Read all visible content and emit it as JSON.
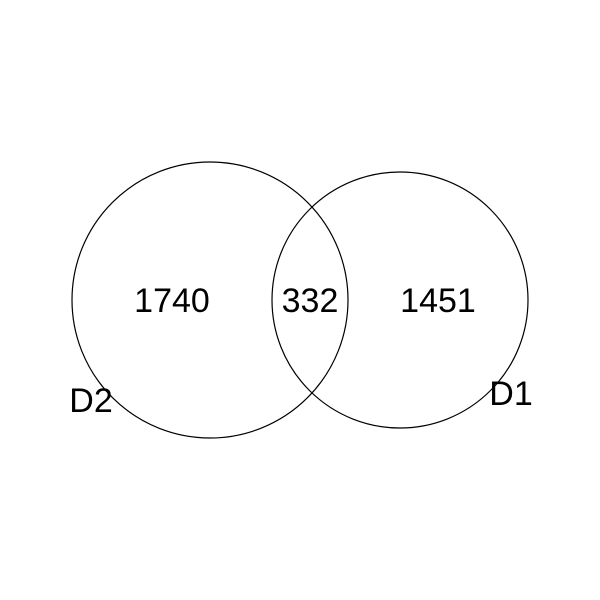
{
  "diagram": {
    "type": "venn",
    "sets": [
      {
        "id": "d2",
        "label": "D2",
        "only_count": "1740"
      },
      {
        "id": "d1",
        "label": "D1",
        "only_count": "1451"
      }
    ],
    "intersection_count": "332",
    "colors": {
      "stroke": "#000000",
      "text": "#000000",
      "background": "#ffffff"
    }
  }
}
